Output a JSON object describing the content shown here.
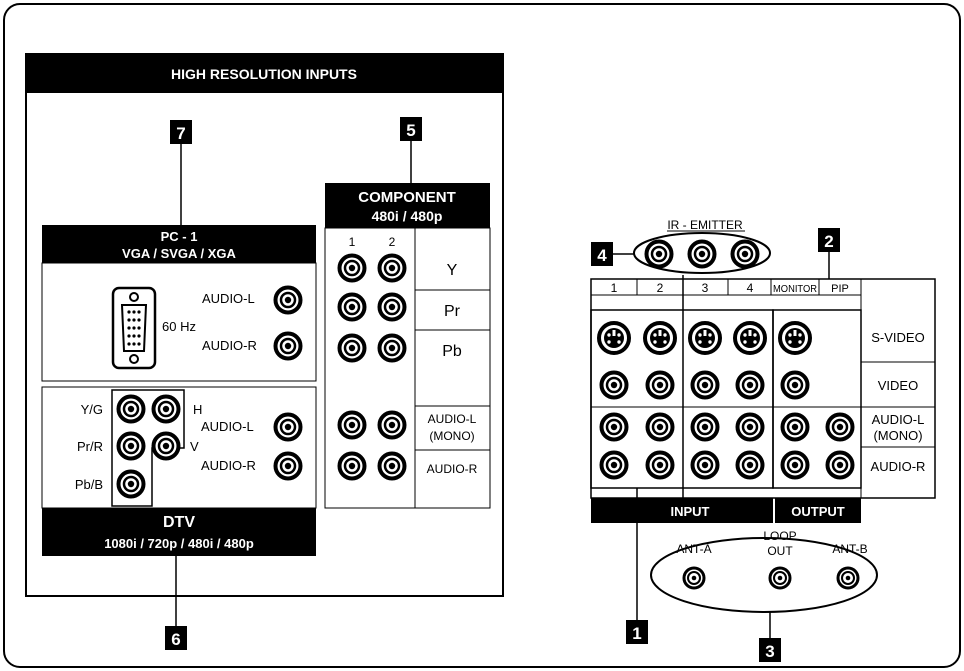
{
  "high_res": {
    "header": "HIGH RESOLUTION INPUTS",
    "callout_pc": "7",
    "callout_component": "5",
    "callout_dtv": "6",
    "pc": {
      "title_1": "PC - 1",
      "title_2": "VGA / SVGA / XGA",
      "freq": "60 Hz",
      "audio_l": "AUDIO-L",
      "audio_r": "AUDIO-R"
    },
    "component": {
      "title_1": "COMPONENT",
      "title_2": "480i  /  480p",
      "col_1": "1",
      "col_2": "2",
      "y": "Y",
      "pr": "Pr",
      "pb": "Pb",
      "audio_l": "AUDIO-L",
      "mono": "(MONO)",
      "audio_r": "AUDIO-R"
    },
    "dtv": {
      "y_g": "Y/G",
      "pr_r": "Pr/R",
      "pb_b": "Pb/B",
      "h": "H",
      "v": "V",
      "audio_l": "AUDIO-L",
      "audio_r": "AUDIO-R",
      "title_1": "DTV",
      "title_2": "1080i  / 720p  /  480i  /  480p"
    }
  },
  "av_panel": {
    "ir_emitter": "IR - EMITTER",
    "callout_ir": "4",
    "callout_monitor": "2",
    "callout_input": "1",
    "callout_antenna": "3",
    "columns": [
      "1",
      "2",
      "3",
      "4"
    ],
    "monitor": "MONITOR",
    "pip": "PIP",
    "s_video": "S-VIDEO",
    "video": "VIDEO",
    "audio_l": "AUDIO-L",
    "mono": "(MONO)",
    "audio_r": "AUDIO-R",
    "input": "INPUT",
    "output": "OUTPUT",
    "ant_a": "ANT-A",
    "loop": "LOOP",
    "out": "OUT",
    "ant_b": "ANT-B"
  }
}
